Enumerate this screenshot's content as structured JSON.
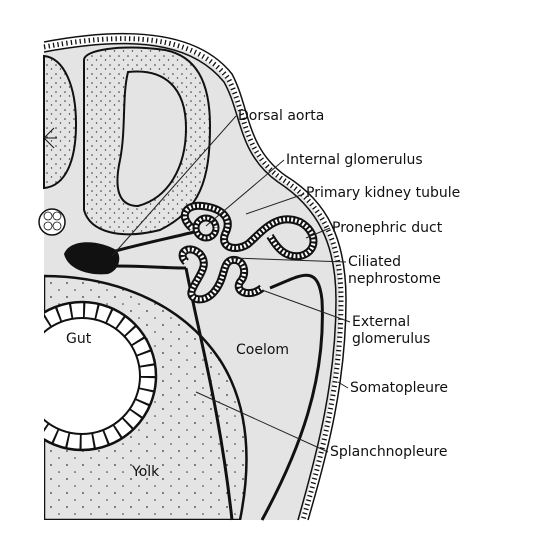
{
  "diagram": {
    "labels": {
      "dorsal_aorta": "Dorsal aorta",
      "internal_glomerulus": "Internal glomerulus",
      "primary_kidney_tubule": "Primary kidney tubule",
      "pronephric_duct": "Pronephric duct",
      "ciliated_line1": "Ciliated",
      "ciliated_line2": "nephrostome",
      "external_line1": "External",
      "external_line2": "glomerulus",
      "somatopleure": "Somatopleure",
      "splanchnopleure": "Splanchnopleure",
      "gut": "Gut",
      "coelom": "Coelom",
      "yolk": "Yolk"
    },
    "colors": {
      "ink": "#111111",
      "coelom_fill": "#e4e4e4",
      "background": "#ffffff"
    }
  }
}
